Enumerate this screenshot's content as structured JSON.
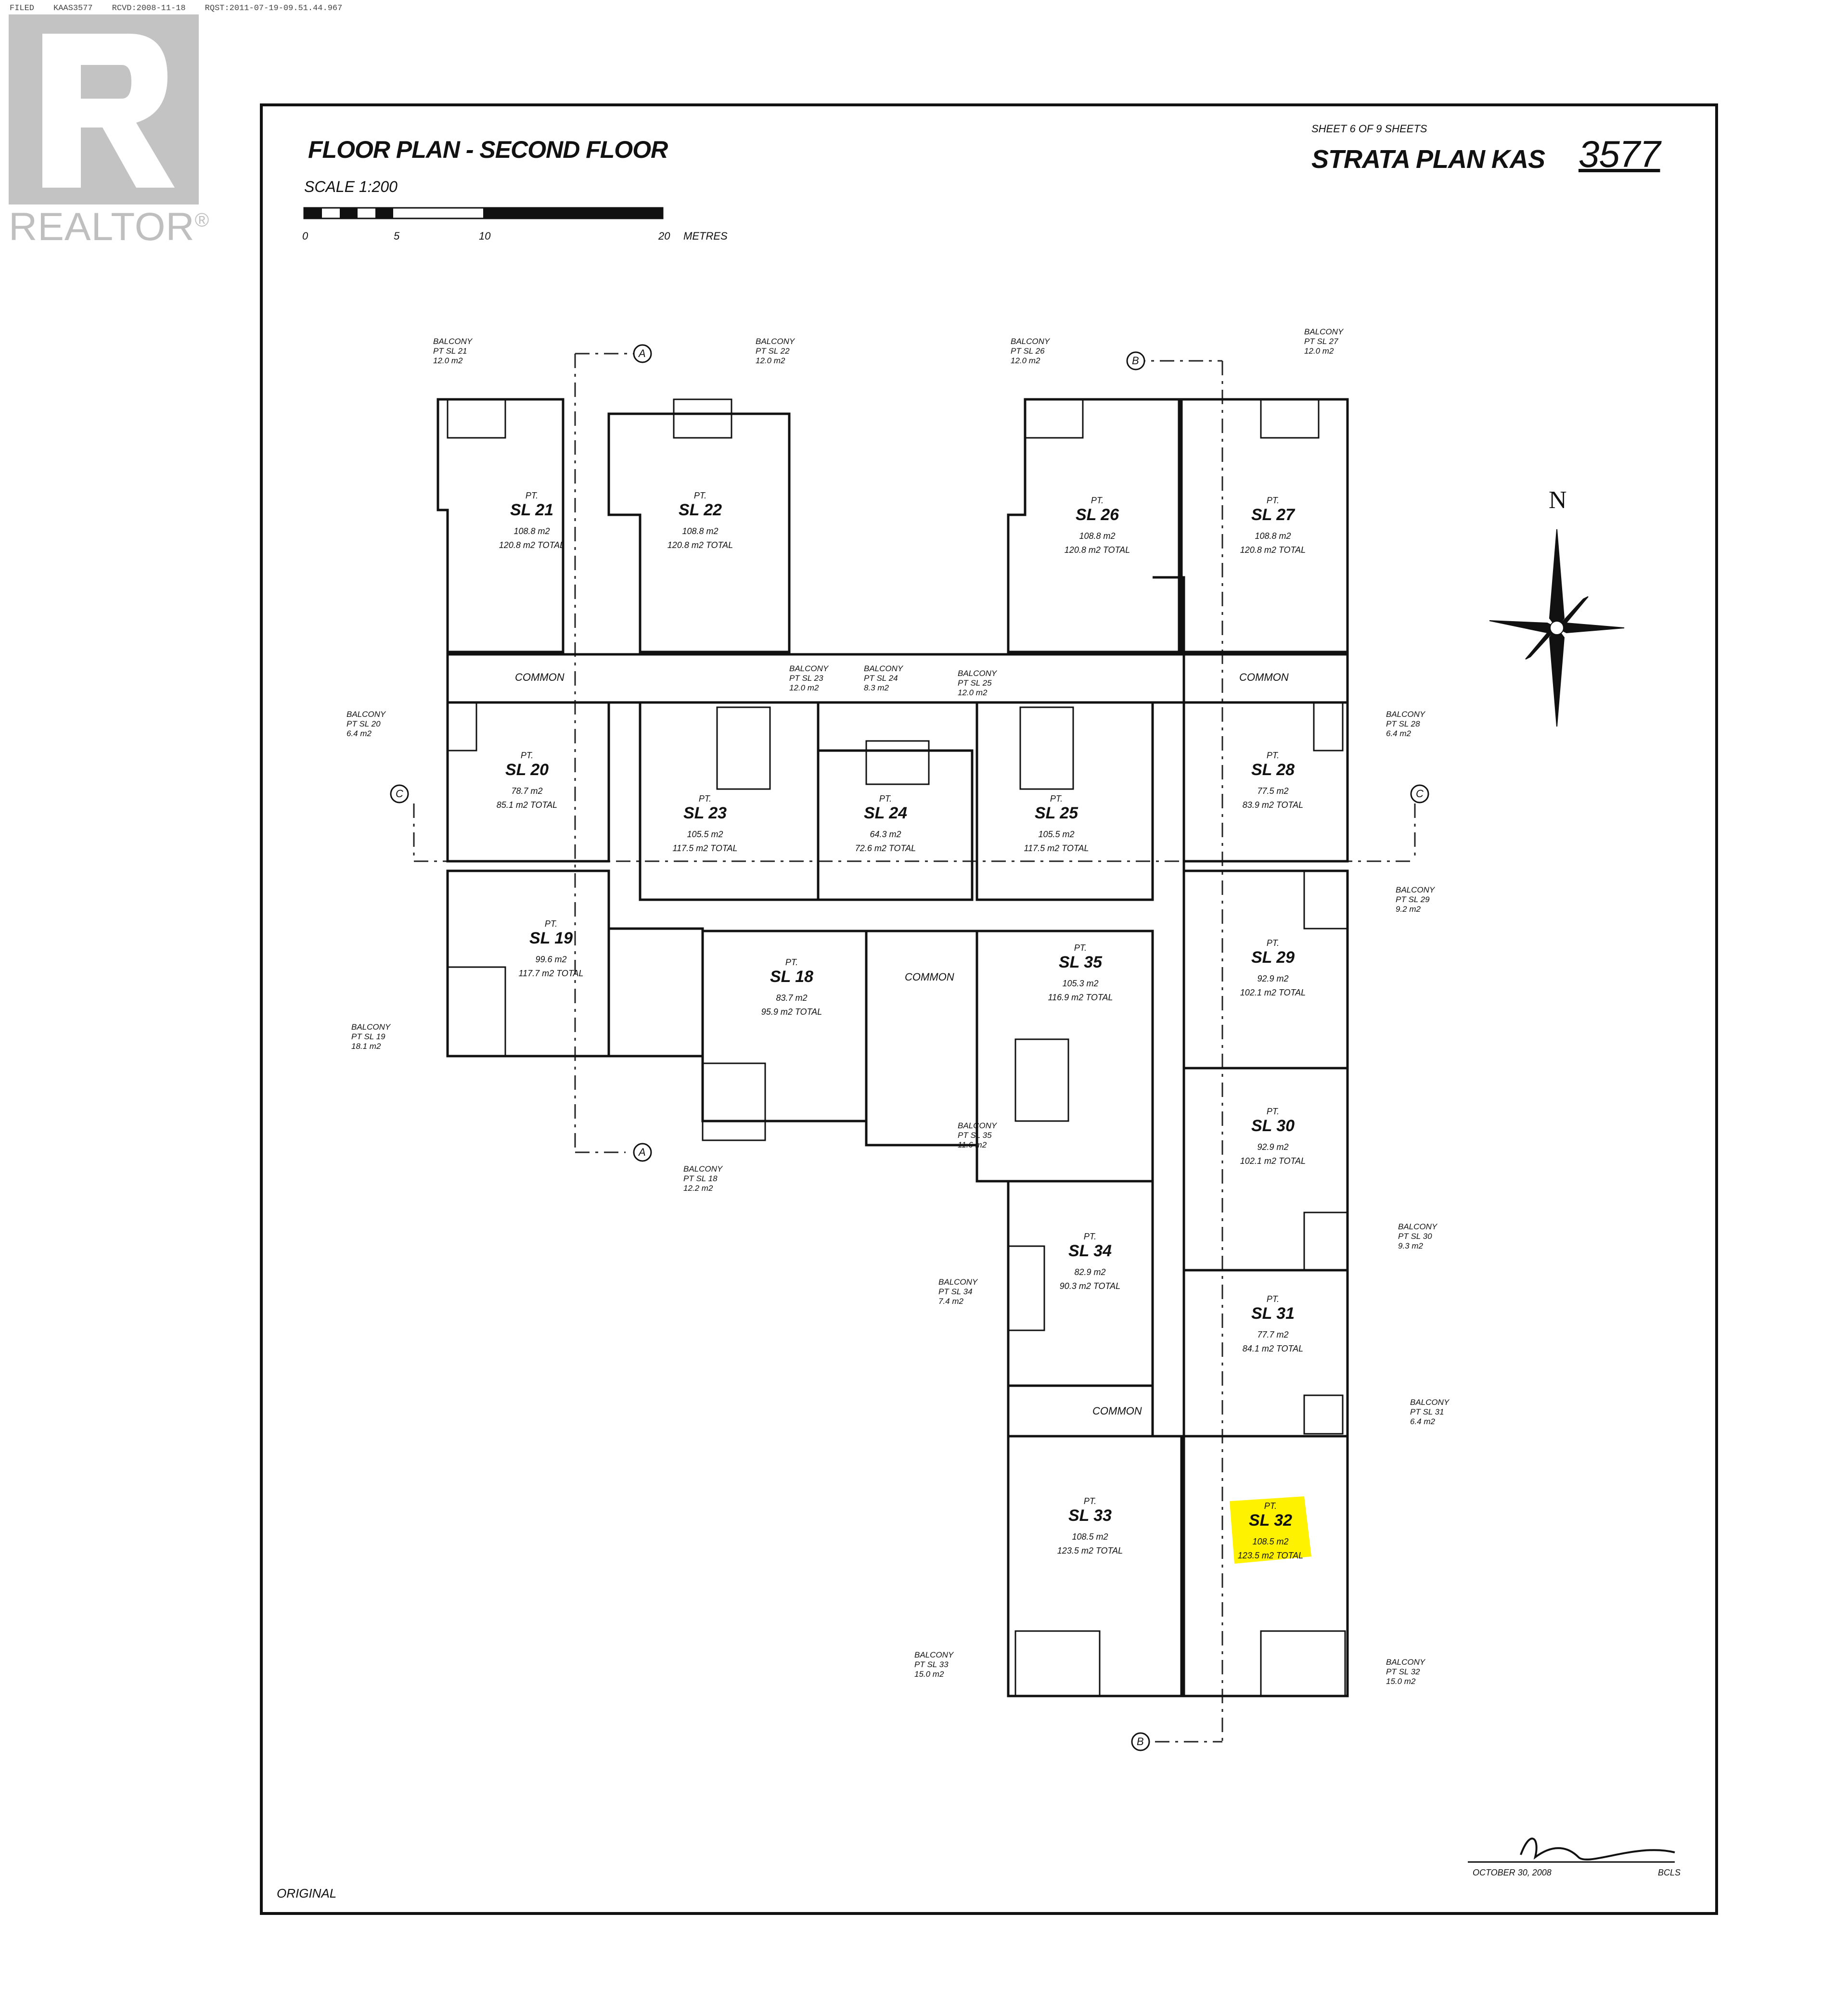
{
  "header": {
    "status": "FILED",
    "doc": "KAAS3577",
    "rcvd": "RCVD:2008-11-18",
    "rqst": "RQST:2011-07-19-09.51.44.967"
  },
  "logo": {
    "word": "REALTOR",
    "reg": "®"
  },
  "plan": {
    "title": "FLOOR PLAN  - SECOND FLOOR",
    "scale": "SCALE 1:200",
    "scale_ticks": [
      "0",
      "5",
      "10",
      "20"
    ],
    "scale_unit": "METRES",
    "sheet": "SHEET 6 OF 9 SHEETS",
    "strata": "STRATA PLAN KAS",
    "strata_no": "3577",
    "north": "N",
    "original": "ORIGINAL",
    "date": "OCTOBER 30, 2008",
    "bcls": "BCLS",
    "highlight_color": "#fff200"
  },
  "units": [
    {
      "id": "SL 21",
      "area": "108.8 m2",
      "total": "120.8 m2 TOTAL"
    },
    {
      "id": "SL 22",
      "area": "108.8 m2",
      "total": "120.8 m2 TOTAL"
    },
    {
      "id": "SL 26",
      "area": "108.8 m2",
      "total": "120.8 m2 TOTAL"
    },
    {
      "id": "SL 27",
      "area": "108.8 m2",
      "total": "120.8 m2 TOTAL"
    },
    {
      "id": "SL 20",
      "area": "78.7 m2",
      "total": "85.1 m2 TOTAL"
    },
    {
      "id": "SL 23",
      "area": "105.5 m2",
      "total": "117.5 m2 TOTAL"
    },
    {
      "id": "SL 24",
      "area": "64.3 m2",
      "total": "72.6 m2 TOTAL"
    },
    {
      "id": "SL 25",
      "area": "105.5 m2",
      "total": "117.5 m2 TOTAL"
    },
    {
      "id": "SL 28",
      "area": "77.5 m2",
      "total": "83.9 m2 TOTAL"
    },
    {
      "id": "SL 19",
      "area": "99.6 m2",
      "total": "117.7 m2 TOTAL"
    },
    {
      "id": "SL 18",
      "area": "83.7 m2",
      "total": "95.9 m2 TOTAL"
    },
    {
      "id": "SL 35",
      "area": "105.3 m2",
      "total": "116.9 m2 TOTAL"
    },
    {
      "id": "SL 29",
      "area": "92.9 m2",
      "total": "102.1 m2 TOTAL"
    },
    {
      "id": "SL 30",
      "area": "92.9 m2",
      "total": "102.1 m2 TOTAL"
    },
    {
      "id": "SL 34",
      "area": "82.9 m2",
      "total": "90.3 m2 TOTAL"
    },
    {
      "id": "SL 31",
      "area": "77.7 m2",
      "total": "84.1 m2 TOTAL"
    },
    {
      "id": "SL 33",
      "area": "108.5 m2",
      "total": "123.5 m2 TOTAL"
    },
    {
      "id": "SL 32",
      "area": "108.5 m2",
      "total": "123.5 m2 TOTAL"
    }
  ],
  "balconies": [
    {
      "label": "BALCONY",
      "unit": "PT SL 21",
      "area": "12.0 m2"
    },
    {
      "label": "BALCONY",
      "unit": "PT SL 22",
      "area": "12.0 m2"
    },
    {
      "label": "BALCONY",
      "unit": "PT SL 26",
      "area": "12.0 m2"
    },
    {
      "label": "BALCONY",
      "unit": "PT SL 27",
      "area": "12.0 m2"
    },
    {
      "label": "BALCONY",
      "unit": "PT SL 20",
      "area": "6.4 m2"
    },
    {
      "label": "BALCONY",
      "unit": "PT SL 23",
      "area": "12.0 m2"
    },
    {
      "label": "BALCONY",
      "unit": "PT SL 24",
      "area": "8.3 m2"
    },
    {
      "label": "BALCONY",
      "unit": "PT SL 25",
      "area": "12.0 m2"
    },
    {
      "label": "BALCONY",
      "unit": "PT SL 28",
      "area": "6.4 m2"
    },
    {
      "label": "BALCONY",
      "unit": "PT SL 29",
      "area": "9.2 m2"
    },
    {
      "label": "BALCONY",
      "unit": "PT SL 19",
      "area": "18.1 m2"
    },
    {
      "label": "BALCONY",
      "unit": "PT SL 18",
      "area": "12.2 m2"
    },
    {
      "label": "BALCONY",
      "unit": "PT SL 35",
      "area": "11.6 m2"
    },
    {
      "label": "BALCONY",
      "unit": "PT SL 30",
      "area": "9.3 m2"
    },
    {
      "label": "BALCONY",
      "unit": "PT SL 34",
      "area": "7.4 m2"
    },
    {
      "label": "BALCONY",
      "unit": "PT SL 31",
      "area": "6.4 m2"
    },
    {
      "label": "BALCONY",
      "unit": "PT SL 33",
      "area": "15.0 m2"
    },
    {
      "label": "BALCONY",
      "unit": "PT SL 32",
      "area": "15.0 m2"
    }
  ],
  "common": "COMMON",
  "pt": "PT.",
  "grid_markers": [
    "A",
    "A",
    "B",
    "B",
    "C",
    "C"
  ]
}
